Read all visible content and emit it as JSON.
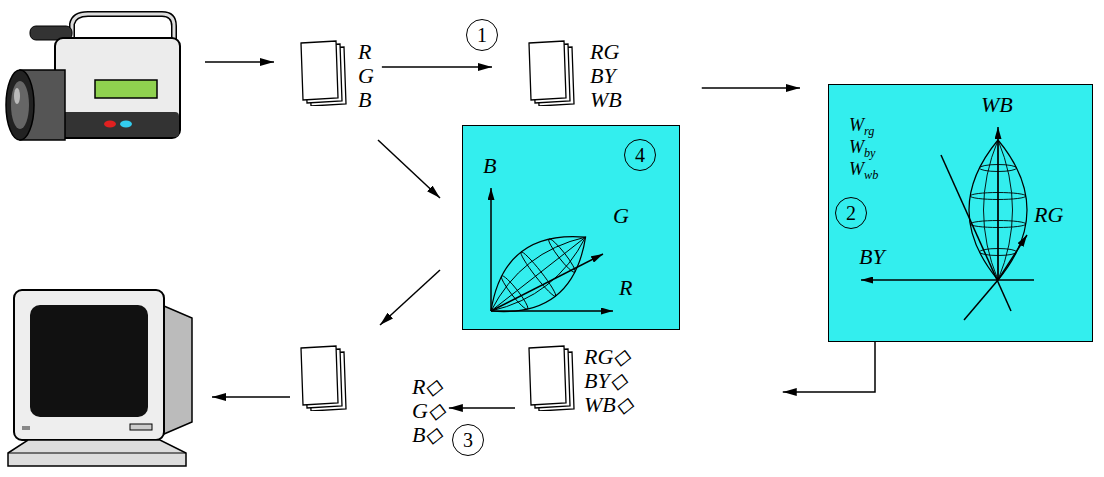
{
  "diagram": {
    "nodes": [
      {
        "text": [
          "R G B"
        ]
      },
      {
        "text": [
          "RG BY WB"
        ]
      },
      {
        "text": [
          "B",
          "G",
          "R"
        ]
      },
      {
        "text": [
          "WB",
          "Wrg",
          "Wby",
          "Wwb",
          "RG",
          "BY"
        ]
      },
      {
        "text": [
          "RG◇ BY◇ WB◇"
        ]
      },
      {
        "text": [
          "R◇ G◇ B◇"
        ]
      }
    ],
    "edges": [
      {
        "from": 0,
        "to": 1,
        "arrow": "to"
      },
      {
        "from": 1,
        "to": 3,
        "arrow": "to"
      },
      {
        "from": 3,
        "to": 4,
        "arrow": "to"
      },
      {
        "from": 4,
        "to": 5,
        "arrow": "to"
      },
      {
        "from": 2,
        "to": 5,
        "arrow": "to"
      }
    ],
    "labels": [
      "1",
      "2",
      "3",
      "4"
    ]
  }
}
